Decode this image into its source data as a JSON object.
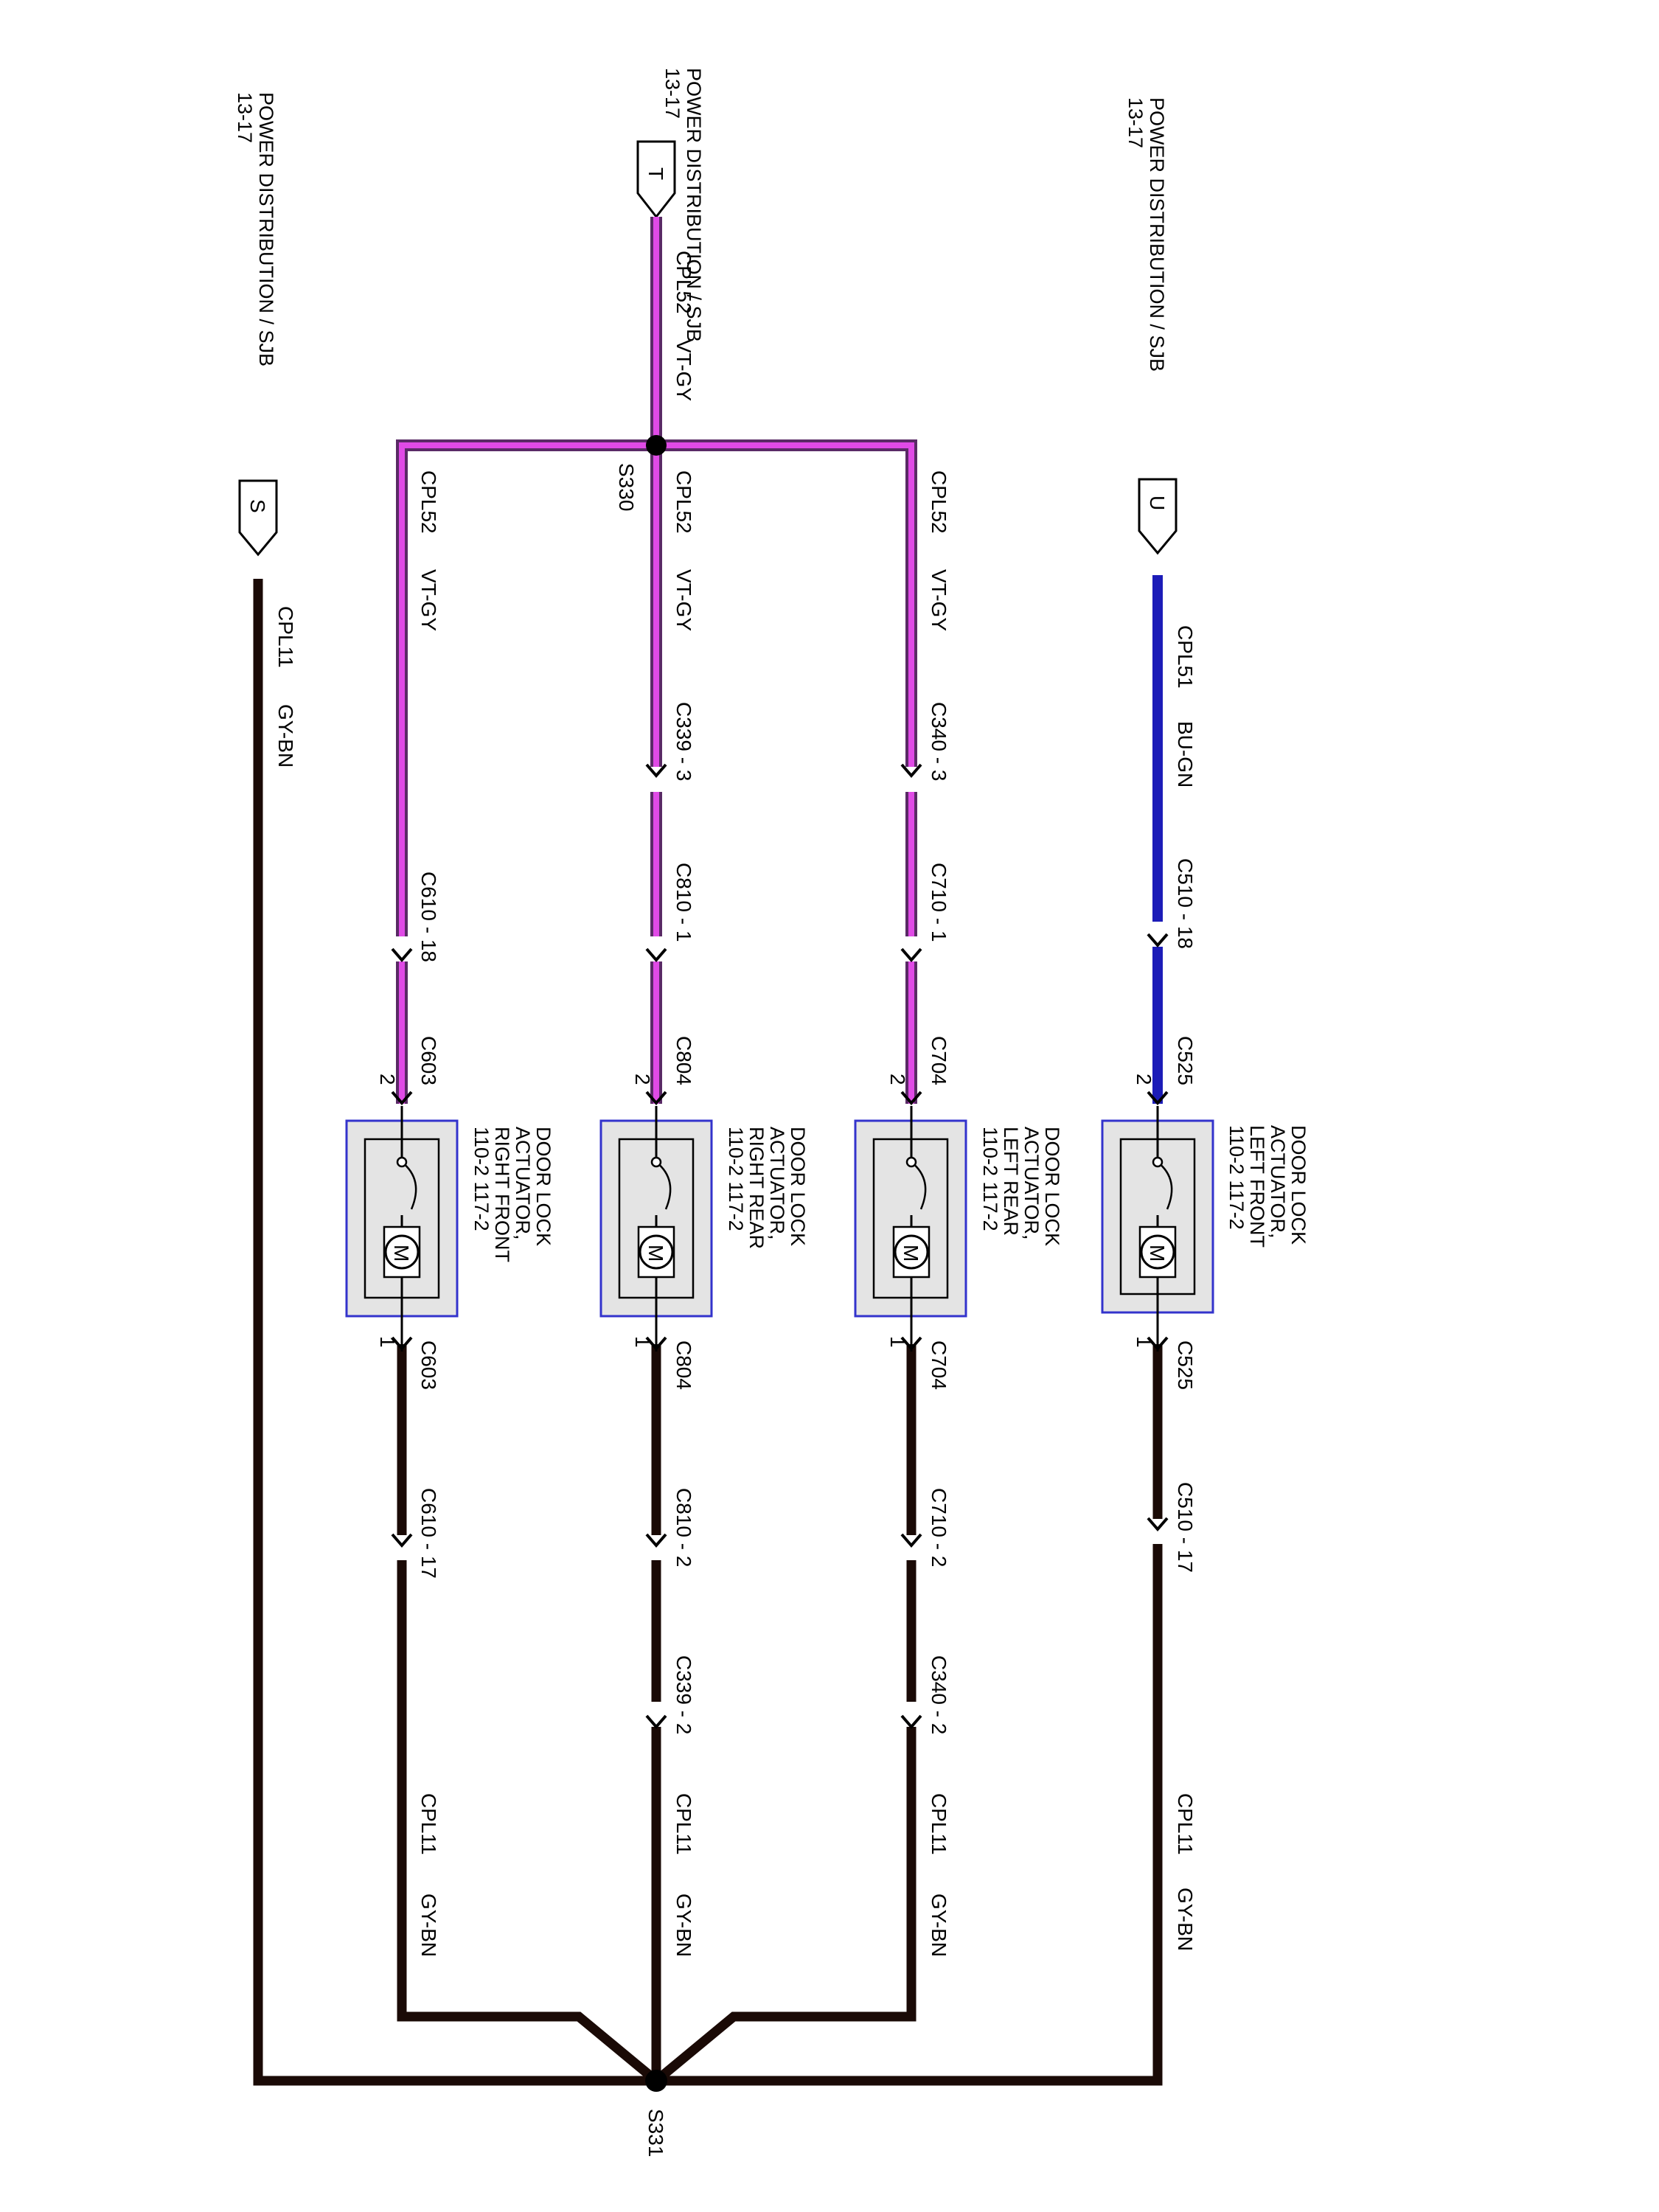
{
  "colors": {
    "vt_gy_outer": "#5a2a66",
    "vt_gy_inner": "#e04ae6",
    "bu_gn": "#1c1cb8",
    "gy_bn": "#1a0a06",
    "module_fill": "#e4e4e4",
    "module_border": "#3333cc"
  },
  "sources": [
    {
      "id": "S",
      "title": "POWER DISTRIBUTION / SJB",
      "page": "13-17"
    },
    {
      "id": "T",
      "title": "POWER DISTRIBUTION / SJB",
      "page": "13-17"
    },
    {
      "id": "U",
      "title": "POWER DISTRIBUTION / SJB",
      "page": "13-17"
    }
  ],
  "feed": {
    "circuit": "CPL52",
    "color": "VT-GY",
    "splice": "S330"
  },
  "ground": {
    "circuit": "CPL11",
    "color": "GY-BN",
    "splice": "S331"
  },
  "branches": [
    {
      "name": "DOOR LOCK ACTUATOR, RIGHT FRONT",
      "title_lines": [
        "DOOR LOCK",
        "ACTUATOR,",
        "RIGHT FRONT",
        "110-2  117-2"
      ],
      "motor": "M",
      "in_circuit": "CPL52",
      "in_color": "VT-GY",
      "in_inline": "C610 - 18",
      "in_conn": "C603",
      "in_pin": "2",
      "out_conn": "C603",
      "out_pin": "1",
      "out_inline": "C610 - 17",
      "out_circuit": "CPL11",
      "out_color": "GY-BN"
    },
    {
      "name": "DOOR LOCK ACTUATOR, RIGHT REAR",
      "title_lines": [
        "DOOR LOCK",
        "ACTUATOR,",
        "RIGHT REAR",
        "110-2  117-2"
      ],
      "motor": "M",
      "in_circuit": "CPL52",
      "in_color": "VT-GY",
      "in_inline_1": "C339 - 3",
      "in_inline_2": "C810 - 1",
      "in_conn": "C804",
      "in_pin": "2",
      "out_conn": "C804",
      "out_pin": "1",
      "out_inline_1": "C810 - 2",
      "out_inline_2": "C339 - 2",
      "out_circuit": "CPL11",
      "out_color": "GY-BN"
    },
    {
      "name": "DOOR LOCK ACTUATOR, LEFT REAR",
      "title_lines": [
        "DOOR LOCK",
        "ACTUATOR,",
        "LEFT REAR",
        "110-2  117-2"
      ],
      "motor": "M",
      "in_circuit": "CPL52",
      "in_color": "VT-GY",
      "in_inline_1": "C340 - 3",
      "in_inline_2": "C710 - 1",
      "in_conn": "C704",
      "in_pin": "2",
      "out_conn": "C704",
      "out_pin": "1",
      "out_inline_1": "C710 - 2",
      "out_inline_2": "C340 - 2",
      "out_circuit": "CPL11",
      "out_color": "GY-BN"
    },
    {
      "name": "DOOR LOCK ACTUATOR, LEFT FRONT",
      "title_lines": [
        "DOOR LOCK",
        "ACTUATOR,",
        "LEFT FRONT",
        "110-2  117-2"
      ],
      "motor": "M",
      "in_circuit": "CPL51",
      "in_color": "BU-GN",
      "in_inline": "C510 - 18",
      "in_conn": "C525",
      "in_pin": "2",
      "out_conn": "C525",
      "out_pin": "1",
      "out_inline": "C510 - 17",
      "out_circuit": "CPL11",
      "out_color": "GY-BN"
    }
  ]
}
